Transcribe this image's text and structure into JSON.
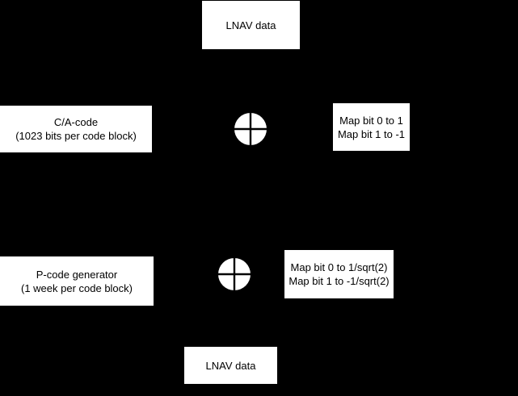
{
  "diagram": {
    "background_color": "#000000",
    "node_fill_color": "#ffffff",
    "text_color": "#000000",
    "nodes": {
      "lnav_top": {
        "line1": "LNAV data"
      },
      "ca_code": {
        "line1": "C/A-code",
        "line2": "(1023 bits per code block)"
      },
      "map_ca": {
        "line1": "Map bit 0 to 1",
        "line2": "Map bit 1 to -1"
      },
      "p_code": {
        "line1": "P-code generator",
        "line2": "(1 week per code block)"
      },
      "map_p": {
        "line1": "Map bit 0 to 1/sqrt(2)",
        "line2": "Map bit 1 to -1/sqrt(2)"
      },
      "lnav_bottom": {
        "line1": "LNAV data"
      }
    },
    "symbols": {
      "mixer_upper": "multiplier-circle-cross",
      "mixer_lower": "multiplier-circle-cross"
    }
  }
}
